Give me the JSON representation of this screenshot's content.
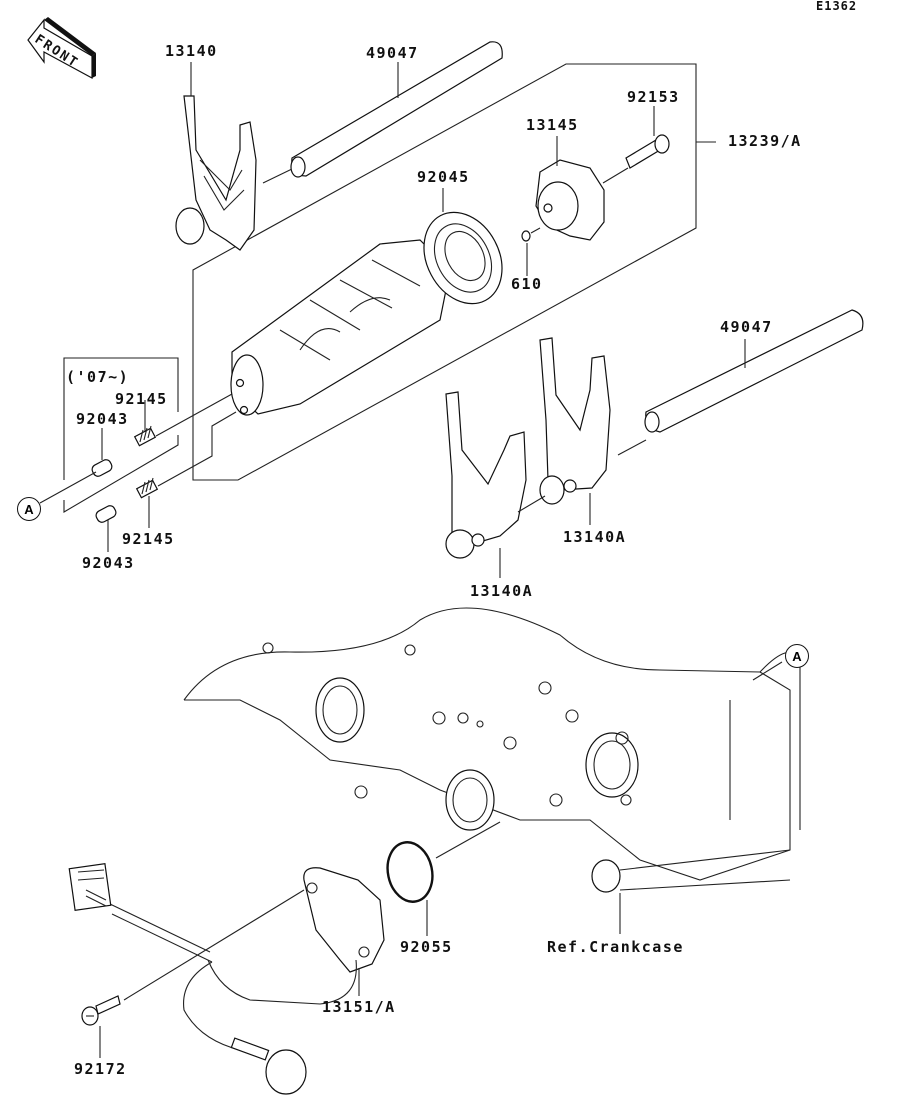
{
  "diagram": {
    "code": "E1362",
    "front_arrow": "FRONT",
    "note": "('07~)",
    "reference_marker": "A",
    "parts": [
      {
        "id": "13140",
        "name": "shift-fork"
      },
      {
        "id": "49047",
        "name": "shift-fork-shaft-upper"
      },
      {
        "id": "92153",
        "name": "bolt"
      },
      {
        "id": "13145",
        "name": "shift-drum-cam"
      },
      {
        "id": "13239/A",
        "name": "shift-drum-assembly"
      },
      {
        "id": "92045",
        "name": "bearing"
      },
      {
        "id": "610",
        "name": "pin"
      },
      {
        "id": "49047",
        "name": "shift-fork-shaft-lower"
      },
      {
        "id": "92145",
        "name": "spring-upper"
      },
      {
        "id": "92043",
        "name": "pin-upper"
      },
      {
        "id": "92145",
        "name": "spring-lower"
      },
      {
        "id": "92043",
        "name": "pin-lower"
      },
      {
        "id": "13140A",
        "name": "shift-fork-right"
      },
      {
        "id": "13140A",
        "name": "shift-fork-left"
      },
      {
        "id": "92055",
        "name": "o-ring"
      },
      {
        "id": "Ref.Crankcase",
        "name": "crankcase-reference"
      },
      {
        "id": "13151/A",
        "name": "gear-position-sensor"
      },
      {
        "id": "92172",
        "name": "screw"
      }
    ]
  }
}
